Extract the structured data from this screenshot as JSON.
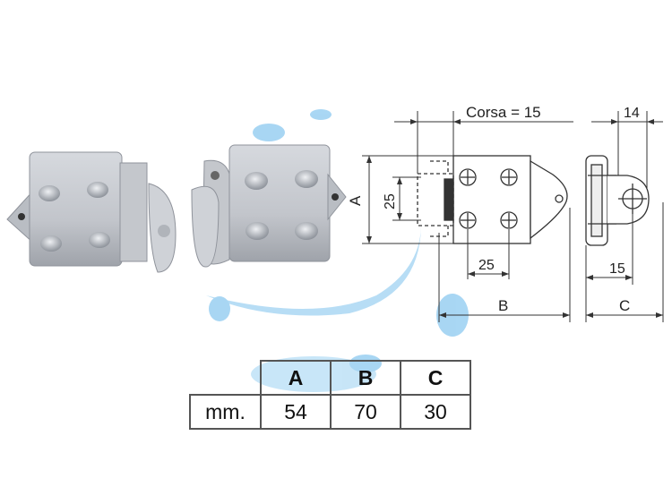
{
  "drawing": {
    "stroke_label": "Corsa = 15",
    "dim_top_width": "14",
    "dim_a": "A",
    "dim_a_inner": "25",
    "dim_hole_spacing": "25",
    "dim_b": "B",
    "dim_side_offset": "15",
    "dim_c": "C"
  },
  "table": {
    "headers": [
      "A",
      "B",
      "C"
    ],
    "row_label": "mm.",
    "values": [
      "54",
      "70",
      "30"
    ]
  },
  "colors": {
    "watermark": "#7ec3ee",
    "metal_light": "#c9ccd2",
    "metal_dark": "#8f939b",
    "line": "#333333"
  }
}
